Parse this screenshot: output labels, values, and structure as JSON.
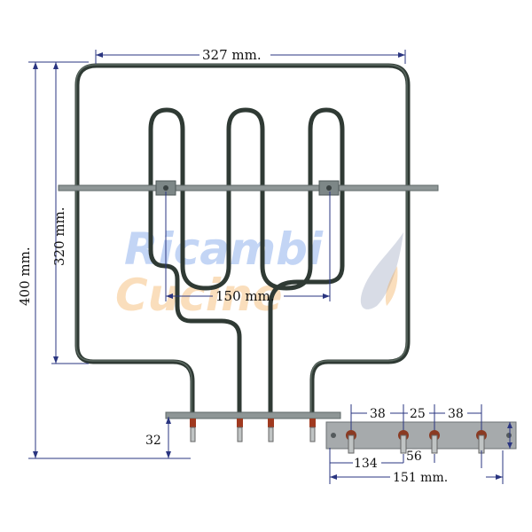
{
  "watermark": {
    "line1": "Ricambi",
    "line2": "Cucine",
    "colors": {
      "line1": "#4a7fe0",
      "line2": "#f0a040"
    }
  },
  "dimensions": {
    "width_top": "327 mm.",
    "height_total": "400 mm.",
    "height_element": "320 mm.",
    "bracket_spacing": "150 mm.",
    "terminal_height": "32",
    "plate_spacing_1": "38",
    "plate_spacing_2": "25",
    "plate_spacing_3": "38",
    "plate_offset_a": "134",
    "plate_offset_b": "56",
    "plate_width": "151 mm."
  },
  "colors": {
    "dimension_lines": "#2a3580",
    "element_tube": "#2f3a34",
    "mount_bar": "#8e9696"
  }
}
